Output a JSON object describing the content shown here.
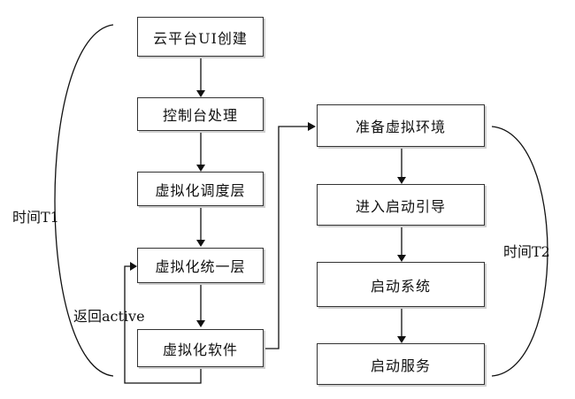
{
  "left_column": {
    "boxes": [
      "云平台UI创建",
      "控制台处理",
      "虚拟化调度层",
      "虚拟化统一层",
      "虚拟化软件"
    ],
    "time_label": "时间T1",
    "return_label": "返回active"
  },
  "right_column": {
    "boxes": [
      "准备虚拟环境",
      "进入启动引导",
      "启动系统",
      "启动服务"
    ],
    "time_label": "时间T2"
  }
}
